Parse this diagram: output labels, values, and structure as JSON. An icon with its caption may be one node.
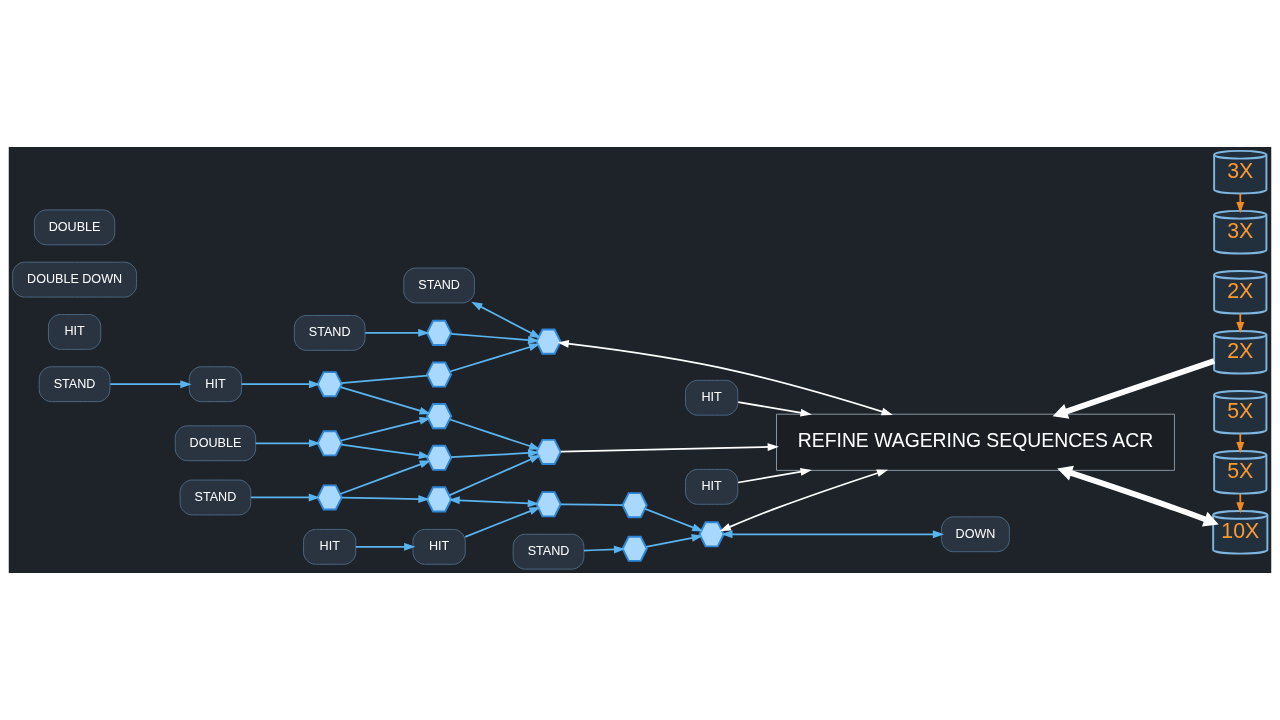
{
  "diagram": {
    "nodes": [
      {
        "text": [
          "STAND"
        ]
      },
      {
        "text": [
          "STAND"
        ]
      },
      {
        "text": [
          "2X"
        ]
      },
      {
        "text": [],
        "shape": "hexagon"
      },
      {
        "text": [
          "2X"
        ]
      },
      {
        "text": [
          "STAND"
        ]
      },
      {
        "text": [
          "HIT"
        ]
      },
      {
        "text": [],
        "shape": "hexagon"
      },
      {
        "text": [],
        "shape": "hexagon"
      },
      {
        "text": [],
        "shape": "hexagon"
      },
      {
        "text": [
          "3X"
        ]
      },
      {
        "text": [
          "HIT"
        ]
      },
      {
        "text": [
          "DOUBLE"
        ]
      },
      {
        "text": [],
        "shape": "hexagon"
      },
      {
        "text": [],
        "shape": "hexagon"
      },
      {
        "text": [
          "HIT"
        ]
      },
      {
        "text": [
          "3X"
        ]
      },
      {
        "text": [
          "REFINE WAGERING SEQUENCES ACR"
        ]
      },
      {
        "text": [],
        "shape": "hexagon"
      },
      {
        "text": [],
        "shape": "hexagon"
      },
      {
        "text": [
          "5X"
        ]
      },
      {
        "text": [
          "STAND"
        ]
      },
      {
        "text": [],
        "shape": "hexagon"
      },
      {
        "text": [],
        "shape": "hexagon"
      },
      {
        "text": [
          "HIT"
        ]
      },
      {
        "text": [
          "DOUBLE DOWN"
        ]
      },
      {
        "text": [
          "5X"
        ]
      },
      {
        "text": [
          "DOUBLE"
        ]
      },
      {
        "text": [],
        "shape": "hexagon"
      },
      {
        "text": [],
        "shape": "hexagon"
      },
      {
        "text": [
          "HIT"
        ]
      },
      {
        "text": [
          "HIT"
        ]
      },
      {
        "text": [],
        "shape": "hexagon"
      },
      {
        "text": [
          "10X"
        ]
      },
      {
        "text": [],
        "shape": "hexagon"
      },
      {
        "text": [
          "STAND"
        ]
      },
      {
        "text": [
          "DOWN"
        ]
      }
    ],
    "edges": [
      {
        "from": 0,
        "to": 3,
        "arrow": "to"
      },
      {
        "from": 5,
        "to": 6,
        "arrow": "to"
      },
      {
        "from": 6,
        "to": 7,
        "arrow": "to"
      },
      {
        "from": 7,
        "to": 8,
        "arrow": "none"
      },
      {
        "from": 7,
        "to": 14,
        "arrow": "to"
      },
      {
        "from": 3,
        "to": 9,
        "arrow": "to"
      },
      {
        "from": 8,
        "to": 9,
        "arrow": "to"
      },
      {
        "from": 1,
        "to": 9,
        "arrow": "both"
      },
      {
        "from": 9,
        "to": 17,
        "arrow": "both",
        "color": "#ffffff"
      },
      {
        "from": 12,
        "to": 13,
        "arrow": "to"
      },
      {
        "from": 13,
        "to": 14,
        "arrow": "to"
      },
      {
        "from": 13,
        "to": 18,
        "arrow": "to"
      },
      {
        "from": 14,
        "to": 19,
        "arrow": "to"
      },
      {
        "from": 21,
        "to": 22,
        "arrow": "to"
      },
      {
        "from": 22,
        "to": 18,
        "arrow": "to"
      },
      {
        "from": 22,
        "to": 23,
        "arrow": "to"
      },
      {
        "from": 23,
        "to": 19,
        "arrow": "to"
      },
      {
        "from": 18,
        "to": 19,
        "arrow": "to"
      },
      {
        "from": 19,
        "to": 17,
        "arrow": "to",
        "color": "#ffffff"
      },
      {
        "from": 15,
        "to": 17,
        "arrow": "to",
        "color": "#ffffff"
      },
      {
        "from": 24,
        "to": 17,
        "arrow": "to",
        "color": "#ffffff"
      },
      {
        "from": 29,
        "to": 17,
        "arrow": "both",
        "color": "#ffffff"
      },
      {
        "from": 23,
        "to": 32,
        "arrow": "both"
      },
      {
        "from": 30,
        "to": 31,
        "arrow": "to"
      },
      {
        "from": 31,
        "to": 32,
        "arrow": "to"
      },
      {
        "from": 32,
        "to": 28,
        "arrow": "none"
      },
      {
        "from": 28,
        "to": 29,
        "arrow": "to"
      },
      {
        "from": 34,
        "to": 29,
        "arrow": "to"
      },
      {
        "from": 35,
        "to": 34,
        "arrow": "to"
      },
      {
        "from": 29,
        "to": 36,
        "arrow": "both"
      },
      {
        "from": 4,
        "to": 17,
        "arrow": "to",
        "style": "thick",
        "color": "#ffffff"
      },
      {
        "from": 17,
        "to": 33,
        "arrow": "both",
        "style": "thick",
        "color": "#ffffff"
      },
      {
        "from": 2,
        "to": 4,
        "arrow": "to",
        "color": "#f08a24"
      },
      {
        "from": 10,
        "to": 16,
        "arrow": "to",
        "color": "#f08a24"
      },
      {
        "from": 20,
        "to": 26,
        "arrow": "to",
        "color": "#f08a24"
      },
      {
        "from": 26,
        "to": 33,
        "arrow": "to",
        "color": "#f08a24"
      }
    ]
  }
}
